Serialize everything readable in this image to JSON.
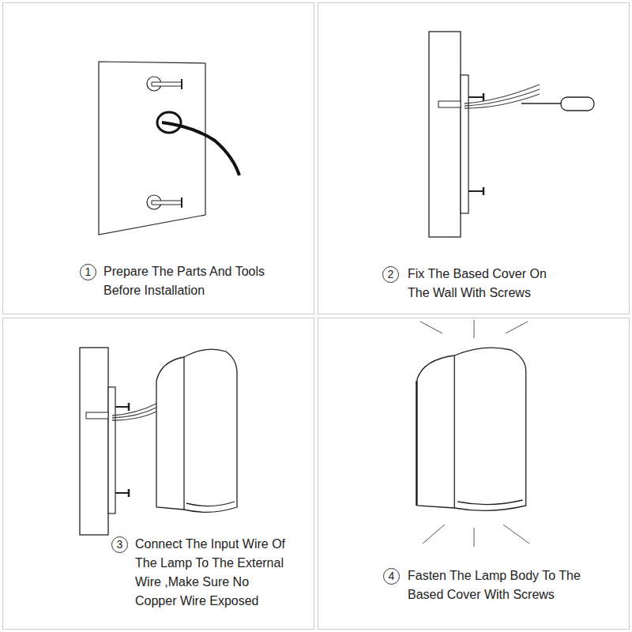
{
  "diagram": {
    "nodes": [
      {
        "text": [
          "1",
          "Prepare The Parts And Tools Before Installation"
        ]
      },
      {
        "text": [
          "2",
          "Fix The Based Cover On The Wall With Screws"
        ]
      },
      {
        "text": [
          "3",
          "Connect The Input Wire Of The Lamp To The External Wire ,Make Sure No Copper Wire Exposed"
        ]
      },
      {
        "text": [
          "4",
          "Fasten The Lamp Body To The Based Cover With Screws"
        ]
      }
    ]
  }
}
